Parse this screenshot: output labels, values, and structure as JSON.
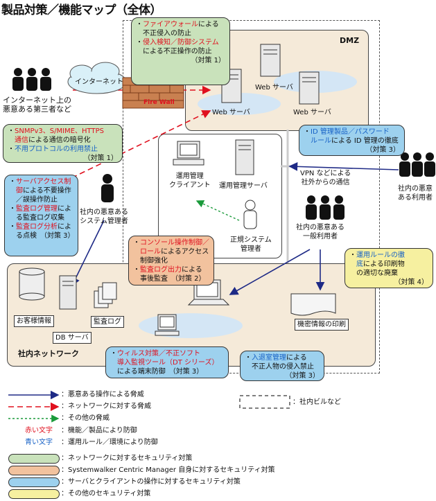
{
  "title": "製品対策／機能マップ（全体）",
  "zones": {
    "dmz": "DMZ",
    "internal_network": "社内ネットワーク"
  },
  "nodes": {
    "internet": "インターネット",
    "firewall": "Fire Wall",
    "web_server_top": "Web サーバ",
    "web_server_left": "Web サーバ",
    "web_server_right": "Web サーバ",
    "ops_client": "運用管理\nクライアント",
    "ops_server": "運用管理サーバ",
    "customer_info": "お客様情報",
    "db_server": "DB サーバ",
    "audit_log": "監査ログ",
    "confidential_print": "機密情報の印刷",
    "vpn": "VPN などによる\n社外からの通信"
  },
  "actors": {
    "outside_attacker": "インターネット上の\n悪意ある第三者など",
    "malicious_admin": "社内の悪意ある\nシステム管理者",
    "legit_admin": "正規システム\n管理者",
    "malicious_user": "社内の悪意ある\n一般利用者",
    "malicious_insider": "社内の悪意\nある利用者"
  },
  "bubbles": {
    "b1": [
      {
        "t": "・",
        "c": ""
      },
      {
        "t": "ファイアウォール",
        "c": "red"
      },
      {
        "t": "による\n　不正侵入の防止\n・",
        "c": ""
      },
      {
        "t": "侵入検知／防御システム",
        "c": "red"
      },
      {
        "t": "\n　による不正操作の防止\n",
        "c": ""
      },
      {
        "t": "（対策 1）",
        "c": "",
        "r": true
      }
    ],
    "b2": [
      {
        "t": "・",
        "c": ""
      },
      {
        "t": "SNMPv3、S/MIME、HTTPS\n　通信",
        "c": "red"
      },
      {
        "t": "による通信の暗号化\n・",
        "c": ""
      },
      {
        "t": "不用プロトコルの利用禁止",
        "c": "bl"
      },
      {
        "t": "\n",
        "c": ""
      },
      {
        "t": "（対策 1）",
        "c": "",
        "r": true
      }
    ],
    "b3": [
      {
        "t": "・",
        "c": ""
      },
      {
        "t": "ID 管理製品／パスワード\n　ルール",
        "c": "bl"
      },
      {
        "t": "による ID 管理の徹底\n",
        "c": ""
      },
      {
        "t": "（対策 3）",
        "c": "",
        "r": true
      }
    ],
    "b4": [
      {
        "t": "・",
        "c": ""
      },
      {
        "t": "サーバアクセス制\n　御",
        "c": "red"
      },
      {
        "t": "による不要操作\n　／誤操作防止\n・",
        "c": ""
      },
      {
        "t": "監査ログ管理",
        "c": "red"
      },
      {
        "t": "によ\n　る監査ログ収集\n・",
        "c": ""
      },
      {
        "t": "監査ログ分析",
        "c": "red"
      },
      {
        "t": "によ\n　る点検　（対策 3）",
        "c": ""
      }
    ],
    "b5": [
      {
        "t": "・",
        "c": ""
      },
      {
        "t": "コンソール操作制御／\n　ロール",
        "c": "red"
      },
      {
        "t": "によるアクセス\n　制御強化\n・",
        "c": ""
      },
      {
        "t": "監査ログ出力",
        "c": "red"
      },
      {
        "t": "による\n　事後監査　（対策 2）",
        "c": ""
      }
    ],
    "b6": [
      {
        "t": "・",
        "c": ""
      },
      {
        "t": "運用ルールの徹\n　底",
        "c": "bl"
      },
      {
        "t": "による印刷物\n　の適切な廃棄\n",
        "c": ""
      },
      {
        "t": "（対策 4）",
        "c": "",
        "r": true
      }
    ],
    "b7": [
      {
        "t": "・",
        "c": ""
      },
      {
        "t": "ウィルス対策／不正ソフト\n　導入監視ツール（DT シリーズ）",
        "c": "red"
      },
      {
        "t": "\n　による端末防御　（対策 3）",
        "c": ""
      }
    ],
    "b8": [
      {
        "t": "・",
        "c": ""
      },
      {
        "t": "入退室管理",
        "c": "bl"
      },
      {
        "t": "による\n　不正人物の侵入禁止\n",
        "c": ""
      },
      {
        "t": "（対策 3）",
        "c": "",
        "r": true
      }
    ]
  },
  "legend": {
    "solid_arrow": "：悪意ある操作による脅威",
    "dashed_red": "：ネットワークに対する脅威",
    "dotted_green": "：その他の脅威",
    "red_text_key": "赤い文字",
    "red_text_desc": "：機能／製品により防御",
    "blue_text_key": "青い文字",
    "blue_text_desc": "：運用ルール／環境により防御",
    "box_green": "：ネットワークに対するセキュリティ対策",
    "box_orange": "：Systemwalker Centric Manager 自身に対するセキュリティ対策",
    "box_blue": "：サーバとクライアントの操作に対するセキュリティ対策",
    "box_yellow": "：その他のセキュリティ対策",
    "building": "：社内ビルなど"
  },
  "colors": {
    "green": "#c9e2bb",
    "blue": "#9dd1ee",
    "orange": "#f2c29e",
    "yellow": "#f6f0a0",
    "red": "#e0101e",
    "blue_text": "#1560c6",
    "zone_fill": "#f5ead9",
    "arrow_navy": "#1e2a86"
  }
}
